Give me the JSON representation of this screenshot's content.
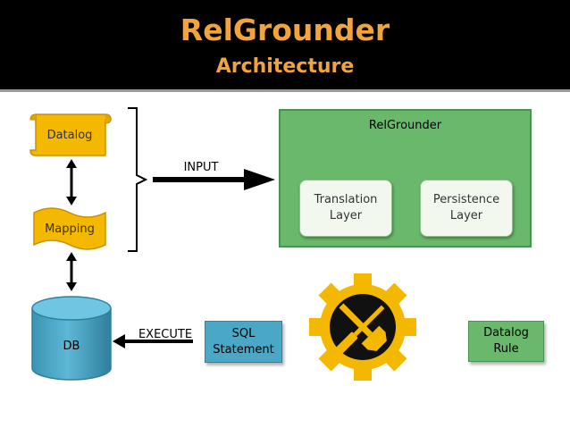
{
  "header": {
    "title": "RelGrounder",
    "subtitle": "Architecture"
  },
  "nodes": {
    "datalog": "Datalog",
    "mapping": "Mapping",
    "db": "DB",
    "relgrounder": "RelGrounder",
    "translation_layer": "Translation Layer",
    "persistence_layer": "Persistence Layer",
    "sql_statement": "SQL Statement",
    "datalog_rule": "Datalog Rule"
  },
  "edges": {
    "input": "INPUT",
    "execute": "EXECUTE"
  },
  "icons": {
    "tool": "gear-hammer-screwdriver-icon"
  },
  "colors": {
    "title": "#f2a33a",
    "header_bg": "#000000",
    "scroll_fill": "#f5b800",
    "cylinder_fill": "#4aa7c6",
    "panel_green": "#6ab86c",
    "gear_fill": "#f5b800"
  }
}
